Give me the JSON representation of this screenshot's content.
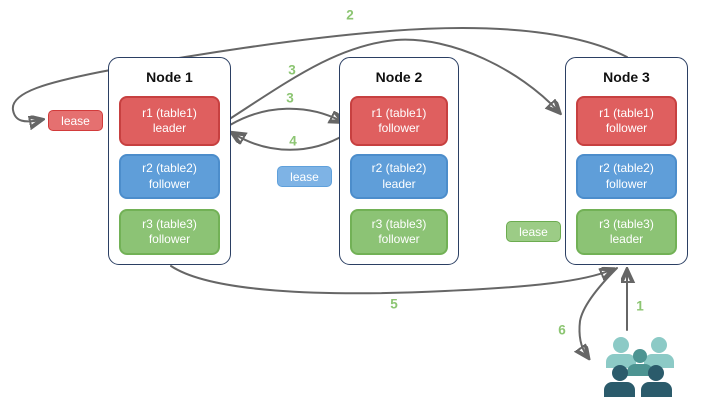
{
  "diagram": {
    "colors": {
      "replica_red_fill": "#df5f5f",
      "replica_red_border": "#c74040",
      "replica_blue_fill": "#5f9ed9",
      "replica_blue_border": "#4c8dcb",
      "replica_green_fill": "#8cc375",
      "replica_green_border": "#72b156",
      "lease_red_fill": "#e57070",
      "lease_blue_fill": "#7eb3e5",
      "lease_green_fill": "#9ccc86",
      "node_border": "#2b3f63",
      "arrow": "#666666",
      "step_label": "#8cc572",
      "users_light": "#8ccac6",
      "users_mid": "#4d9492",
      "users_dark": "#2b5b6b"
    },
    "nodes": [
      {
        "title": "Node 1",
        "replicas": [
          {
            "name": "r1 (table1)",
            "role": "leader",
            "color": "red"
          },
          {
            "name": "r2 (table2)",
            "role": "follower",
            "color": "blue"
          },
          {
            "name": "r3 (table3)",
            "role": "follower",
            "color": "green"
          }
        ]
      },
      {
        "title": "Node 2",
        "replicas": [
          {
            "name": "r1 (table1)",
            "role": "follower",
            "color": "red"
          },
          {
            "name": "r2 (table2)",
            "role": "leader",
            "color": "blue"
          },
          {
            "name": "r3 (table3)",
            "role": "follower",
            "color": "green"
          }
        ]
      },
      {
        "title": "Node 3",
        "replicas": [
          {
            "name": "r1 (table1)",
            "role": "follower",
            "color": "red"
          },
          {
            "name": "r2 (table2)",
            "role": "follower",
            "color": "blue"
          },
          {
            "name": "r3 (table3)",
            "role": "leader",
            "color": "green"
          }
        ]
      }
    ],
    "leases": [
      {
        "label": "lease",
        "color": "red"
      },
      {
        "label": "lease",
        "color": "blue"
      },
      {
        "label": "lease",
        "color": "green"
      }
    ],
    "steps": [
      {
        "text": "1"
      },
      {
        "text": "2"
      },
      {
        "text": "3"
      },
      {
        "text": "3"
      },
      {
        "text": "4"
      },
      {
        "text": "5"
      },
      {
        "text": "6"
      }
    ],
    "icons": {
      "users": "users-group-icon"
    }
  }
}
